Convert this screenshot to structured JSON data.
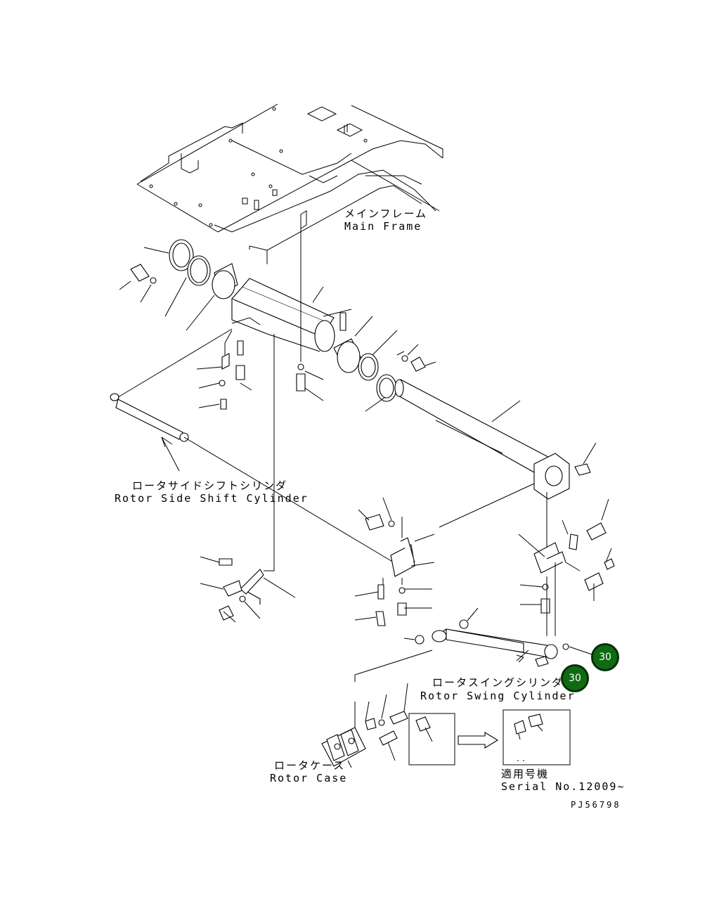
{
  "labels": {
    "main_frame_jp": "メインフレーム",
    "main_frame_en": "Main Frame",
    "shift_cyl_jp": "ロータサイドシフトシリンダ",
    "shift_cyl_en": "Rotor Side Shift Cylinder",
    "swing_cyl_jp": "ロータスイングシリンダ",
    "swing_cyl_en": "Rotor Swing Cylinder",
    "rotor_case_jp": "ロータケース",
    "rotor_case_en": "Rotor Case",
    "serial_jp": "適用号機",
    "serial_en": "Serial No.12009~",
    "drawing_code": "PJ56798"
  },
  "badges": [
    {
      "label": "30"
    },
    {
      "label": "30"
    }
  ],
  "colors": {
    "badge_fill": "#0f6b12",
    "line": "#000000"
  }
}
